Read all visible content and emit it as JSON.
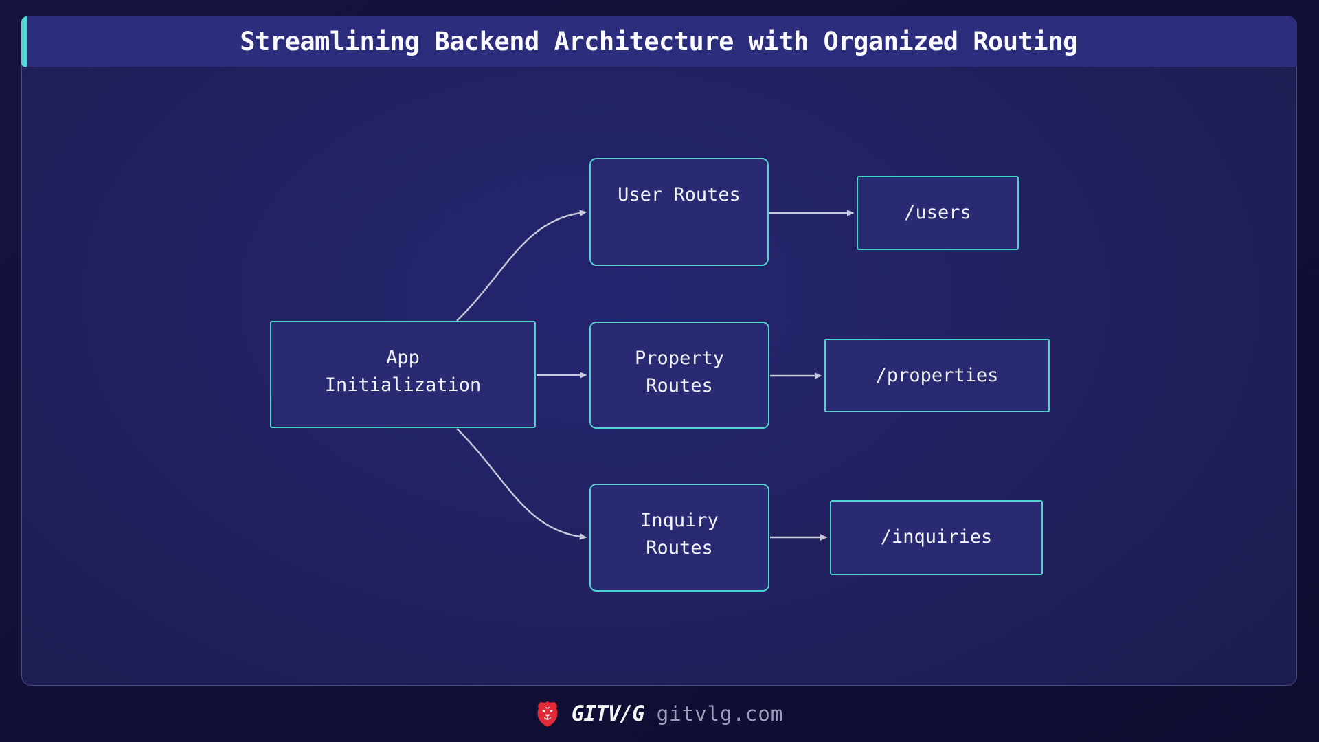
{
  "header": {
    "title": "Streamlining Backend Architecture with Organized Routing",
    "accent_color": "#53d6d2",
    "bar_color": "#2c2d7d"
  },
  "diagram": {
    "type": "flowchart",
    "direction": "left-to-right",
    "node_border_color": "#4ed2cd",
    "node_fill_color": "#2a2a72",
    "edge_color": "#c9c9dc",
    "nodes": [
      {
        "id": "app-init",
        "label": "App\nInitialization",
        "shape": "square-rect"
      },
      {
        "id": "user-routes",
        "label": "User Routes",
        "shape": "rounded-rect"
      },
      {
        "id": "property-routes",
        "label": "Property\nRoutes",
        "shape": "rounded-rect"
      },
      {
        "id": "inquiry-routes",
        "label": "Inquiry\nRoutes",
        "shape": "rounded-rect"
      },
      {
        "id": "users-endpoint",
        "label": "/users",
        "shape": "square-rect"
      },
      {
        "id": "properties-endpoint",
        "label": "/properties",
        "shape": "square-rect"
      },
      {
        "id": "inquiries-endpoint",
        "label": "/inquiries",
        "shape": "square-rect"
      }
    ],
    "edges": [
      {
        "from": "app-init",
        "to": "user-routes"
      },
      {
        "from": "app-init",
        "to": "property-routes"
      },
      {
        "from": "app-init",
        "to": "inquiry-routes"
      },
      {
        "from": "user-routes",
        "to": "users-endpoint"
      },
      {
        "from": "property-routes",
        "to": "properties-endpoint"
      },
      {
        "from": "inquiry-routes",
        "to": "inquiries-endpoint"
      }
    ]
  },
  "footer": {
    "brand": "GITV/G",
    "site": "gitvlg.com",
    "logo_color": "#e12b38"
  }
}
